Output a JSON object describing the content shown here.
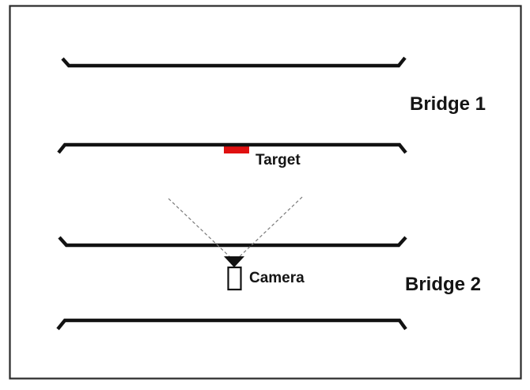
{
  "figure": {
    "labels": {
      "bridge1": "Bridge 1",
      "bridge2": "Bridge 2",
      "target": "Target",
      "camera": "Camera"
    },
    "colors": {
      "line_black": "#121212",
      "frame_border": "#2a2a2a",
      "target_red": "#e01010",
      "dashed_gray": "#7a7a7a",
      "background": "#ffffff",
      "camera_body_fill": "#ffffff"
    },
    "icons": {
      "camera": "camera-icon",
      "target": "target-marker-icon",
      "sight_lines": "camera-fov-dashed-lines"
    }
  }
}
